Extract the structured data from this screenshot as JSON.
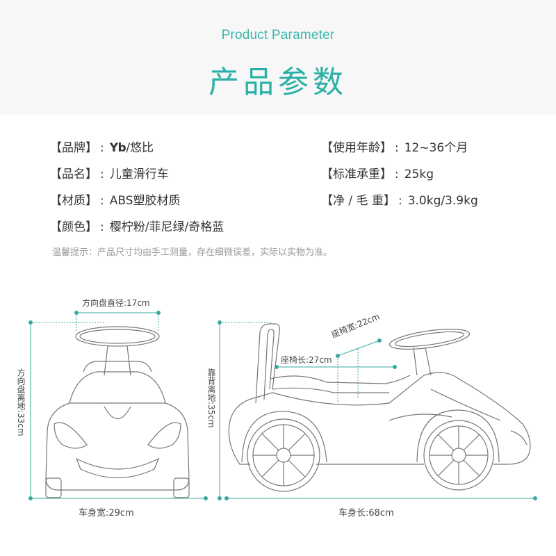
{
  "header": {
    "subtitle_en": "Product Parameter",
    "title_cn": "产品参数"
  },
  "params": {
    "brand_label": "【品牌】",
    "brand_logo": "Yb",
    "brand_value": "/悠比",
    "name_label": "【品名】",
    "name_value": "儿童滑行车",
    "material_label": "【材质】",
    "material_value": "ABS塑胶材质",
    "color_label": "【颜色】",
    "color_value": "樱柠粉/菲尼绿/奇格蓝",
    "age_label": "【使用年龄】",
    "age_value": "12~36个月",
    "load_label": "【标准承重】",
    "load_value": "25kg",
    "weight_label": "【净 / 毛 重】",
    "weight_value": "3.0kg/3.9kg",
    "separator": ":"
  },
  "tip": "温馨提示：产品尺寸均由手工测量，存在细微误差，实际以实物为准。",
  "dimensions": {
    "steering_diameter": "方向盘直径:17cm",
    "steering_height": "方向盘离地:33cm",
    "body_width": "车身宽:29cm",
    "seat_width": "座椅宽:22cm",
    "seat_length": "座椅长:27cm",
    "backrest_height": "靠背离地:35cm",
    "body_length": "车身长:68cm"
  },
  "colors": {
    "accent": "#2ab0a6",
    "dim_line": "#3aa89e",
    "outline": "#777777"
  }
}
